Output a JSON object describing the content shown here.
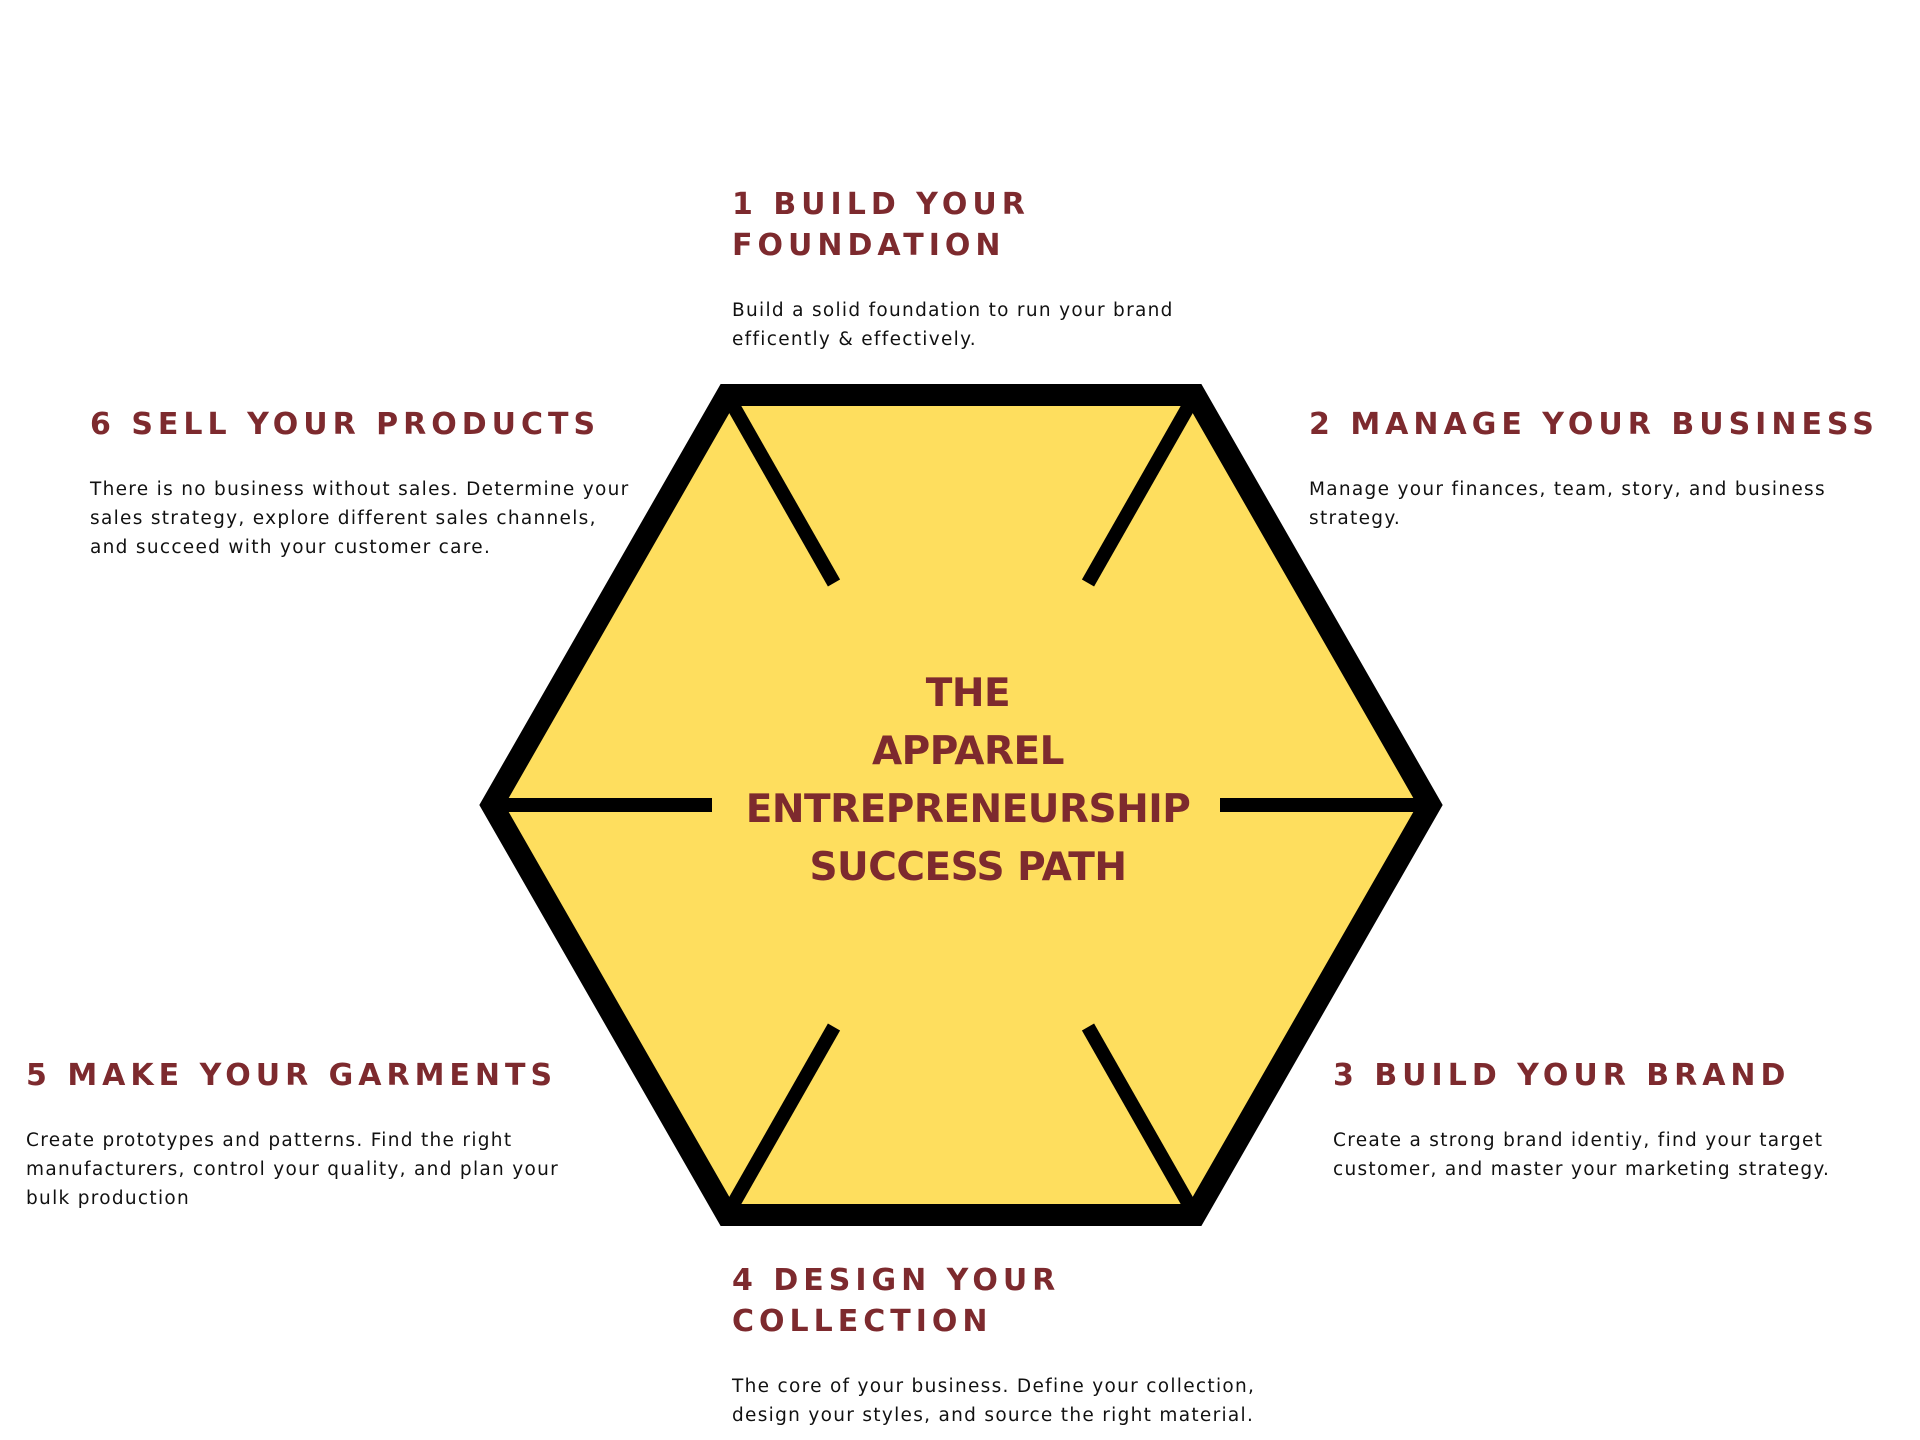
{
  "center": {
    "line1": "THE",
    "line2": "APPAREL",
    "line3": "ENTREPRENEURSHIP",
    "line4": "SUCCESS PATH"
  },
  "steps": [
    {
      "title": "1 BUILD YOUR FOUNDATION",
      "description": "Build a solid foundation to run your brand efficently & effectively."
    },
    {
      "title": "2 MANAGE YOUR BUSINESS",
      "description": "Manage your finances, team, story, and business strategy."
    },
    {
      "title": "3 BUILD YOUR BRAND",
      "description": "Create a strong brand identiy, find your target customer, and master your marketing strategy."
    },
    {
      "title": "4 DESIGN YOUR COLLECTION",
      "description": "The core of your business. Define your collection, design your styles, and source the right material."
    },
    {
      "title": "5 MAKE YOUR GARMENTS",
      "description": "Create prototypes and patterns. Find the right manufacturers, control your quality,  and plan your bulk production"
    },
    {
      "title": "6 SELL YOUR PRODUCTS",
      "description": "There is no business without sales. Determine your sales strategy, explore different sales channels, and succeed with your customer care."
    }
  ],
  "colors": {
    "hex_fill": "#fede5e",
    "hex_stroke": "#000000",
    "title_text": "#7d2a2e",
    "body_text": "#111111"
  }
}
